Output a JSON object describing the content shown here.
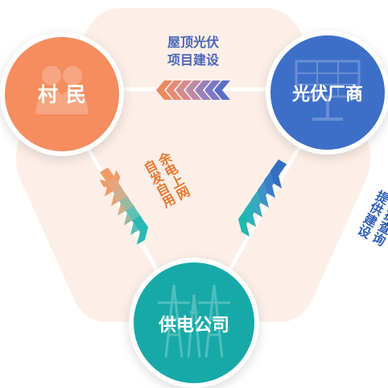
{
  "nodes": {
    "villager": {
      "label": "村民",
      "color": "#f58d5f"
    },
    "manufacturer": {
      "label": "光伏厂商",
      "color": "#3e6fc8"
    },
    "grid_company": {
      "label": "供电公司",
      "color": "#17a9a8"
    }
  },
  "edges": {
    "top": {
      "line1": "屋顶光伏",
      "line2": "项目建设",
      "color": "#4a66b8"
    },
    "left": {
      "col1": "余电上网",
      "col2": "自发自用",
      "color": "#e8772e"
    },
    "right": {
      "col1": "数据查询",
      "col2": "提供建设",
      "color": "#2f5fb8"
    }
  },
  "colors": {
    "background_shape": "#fcefe8",
    "connector_line": "#ffffff"
  }
}
